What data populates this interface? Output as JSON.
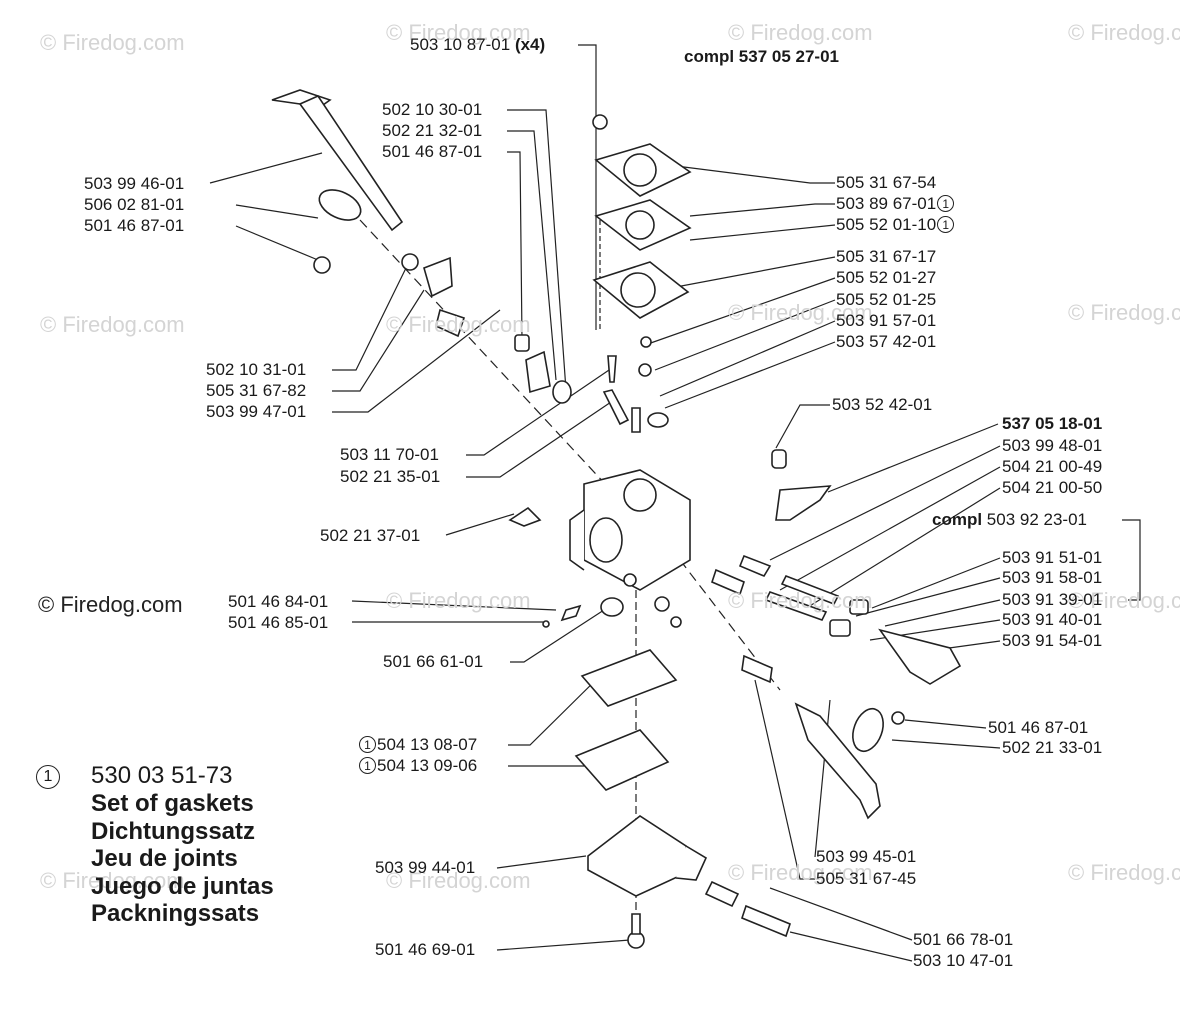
{
  "watermark": "© Firedog.com",
  "top": {
    "screw_x4_part": "503 10 87-01",
    "screw_x4_qty": "(x4)",
    "compl_prefix": "compl",
    "compl_part": "537 05 27-01"
  },
  "labels_left": [
    {
      "id": "l1",
      "text": "502 10 30-01"
    },
    {
      "id": "l2",
      "text": "502 21 32-01"
    },
    {
      "id": "l3",
      "text": "501 46 87-01"
    },
    {
      "id": "l4",
      "text": "503 99 46-01"
    },
    {
      "id": "l5",
      "text": "506 02 81-01"
    },
    {
      "id": "l6",
      "text": "501 46 87-01"
    },
    {
      "id": "l7",
      "text": "502 10 31-01"
    },
    {
      "id": "l8",
      "text": "505 31 67-82"
    },
    {
      "id": "l9",
      "text": "503 99 47-01"
    },
    {
      "id": "l10",
      "text": "503 11 70-01"
    },
    {
      "id": "l11",
      "text": "502 21 35-01"
    },
    {
      "id": "l12",
      "text": "502 21 37-01"
    },
    {
      "id": "l13",
      "text": "501 46 84-01"
    },
    {
      "id": "l14",
      "text": "501 46 85-01"
    },
    {
      "id": "l15",
      "text": "501 66 61-01"
    },
    {
      "id": "l16",
      "text": "504 13 08-07"
    },
    {
      "id": "l17",
      "text": "504 13 09-06"
    },
    {
      "id": "l18",
      "text": "503 99 44-01"
    },
    {
      "id": "l19",
      "text": "501 46 69-01"
    }
  ],
  "labels_right": [
    {
      "id": "r1",
      "text": "505 31 67-54"
    },
    {
      "id": "r2",
      "text": "503 89 67-01"
    },
    {
      "id": "r3",
      "text": "505 52 01-10"
    },
    {
      "id": "r4",
      "text": "505 31 67-17"
    },
    {
      "id": "r5",
      "text": "505 52 01-27"
    },
    {
      "id": "r6",
      "text": "505 52 01-25"
    },
    {
      "id": "r7",
      "text": "503 91 57-01"
    },
    {
      "id": "r8",
      "text": "503 57 42-01"
    },
    {
      "id": "r9",
      "text": "503 52 42-01"
    },
    {
      "id": "r10",
      "text": "537 05 18-01"
    },
    {
      "id": "r11",
      "text": "503 99 48-01"
    },
    {
      "id": "r12",
      "text": "504 21 00-49"
    },
    {
      "id": "r13",
      "text": "504 21 00-50"
    },
    {
      "id": "r14",
      "text": "503 92 23-01"
    },
    {
      "id": "r15",
      "text": "503 91 51-01"
    },
    {
      "id": "r16",
      "text": "503 91 58-01"
    },
    {
      "id": "r17",
      "text": "503 91 39-01"
    },
    {
      "id": "r18",
      "text": "503 91 40-01"
    },
    {
      "id": "r19",
      "text": "503 91 54-01"
    },
    {
      "id": "r20",
      "text": "501 46 87-01"
    },
    {
      "id": "r21",
      "text": "502 21 33-01"
    },
    {
      "id": "r22",
      "text": "503 99 45-01"
    },
    {
      "id": "r23",
      "text": "505 31 67-45"
    },
    {
      "id": "r24",
      "text": "501 66 78-01"
    },
    {
      "id": "r25",
      "text": "503 10 47-01"
    }
  ],
  "compl_prefix_2": "compl",
  "marker": "1",
  "legend": {
    "marker": "1",
    "part": "530 03 51-73",
    "lines": [
      "Set of gaskets",
      "Dichtungssatz",
      "Jeu de joints",
      "Juego de juntas",
      "Packningssats"
    ]
  },
  "copyright": "© Firedog.com"
}
